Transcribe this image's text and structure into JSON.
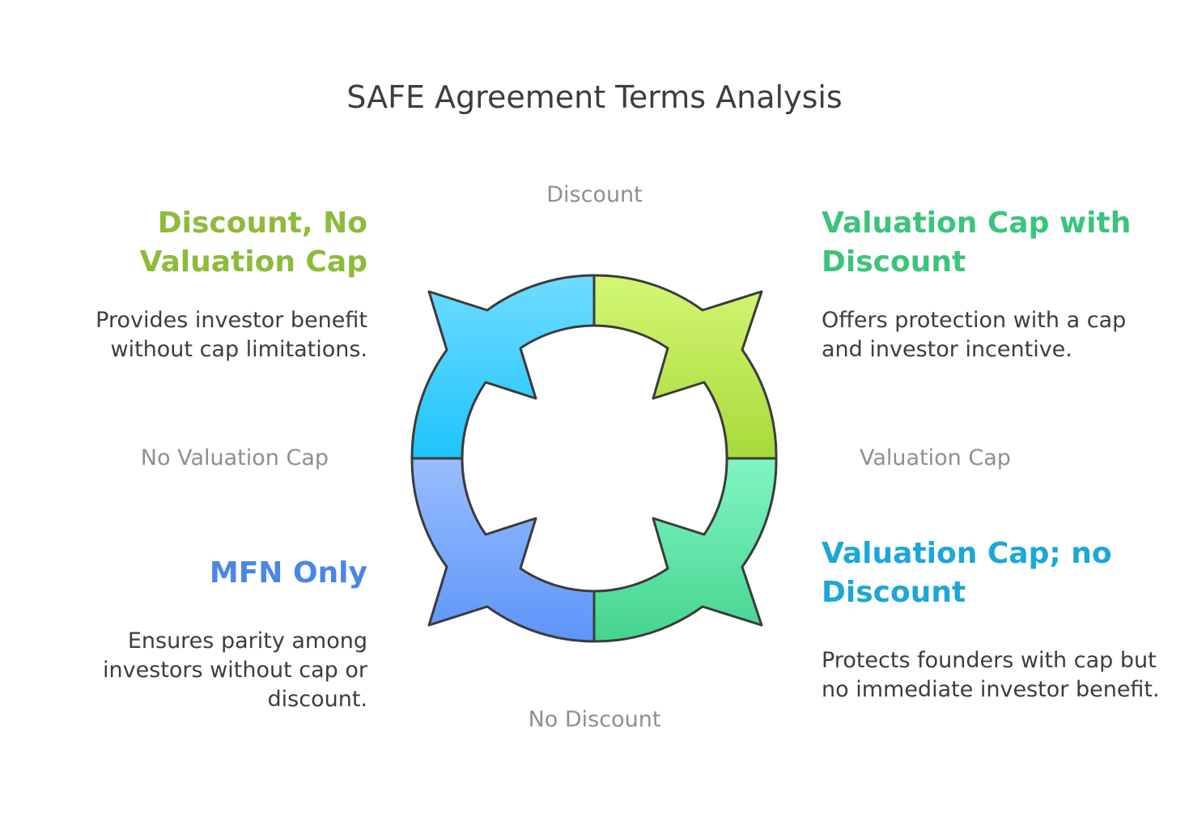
{
  "title": "SAFE Agreement Terms Analysis",
  "axes": {
    "top": "Discount",
    "bottom": "No Discount",
    "left": "No Valuation Cap",
    "right": "Valuation Cap"
  },
  "quadrants": {
    "top_left": {
      "heading": "Discount, No Valuation Cap",
      "description": "Provides investor benefit without cap limitations.",
      "color": "#8dbb3a"
    },
    "top_right": {
      "heading": "Valuation Cap with Discount",
      "description": "Offers protection with a cap and investor incentive.",
      "color": "#3cc47c"
    },
    "bottom_left": {
      "heading": "MFN Only",
      "description": "Ensures parity among investors without cap or discount.",
      "color": "#4a86e8"
    },
    "bottom_right": {
      "heading": "Valuation Cap; no Discount",
      "description": "Protects founders with cap but no immediate investor benefit.",
      "color": "#1ba7d8"
    }
  },
  "ring_colors": {
    "top_left": [
      "#6fdcff",
      "#1ec4fb"
    ],
    "top_right": [
      "#d4f774",
      "#a6d93a"
    ],
    "bottom_left": [
      "#98bdfc",
      "#5e95fa"
    ],
    "bottom_right": [
      "#80f5c2",
      "#45d48e"
    ]
  }
}
